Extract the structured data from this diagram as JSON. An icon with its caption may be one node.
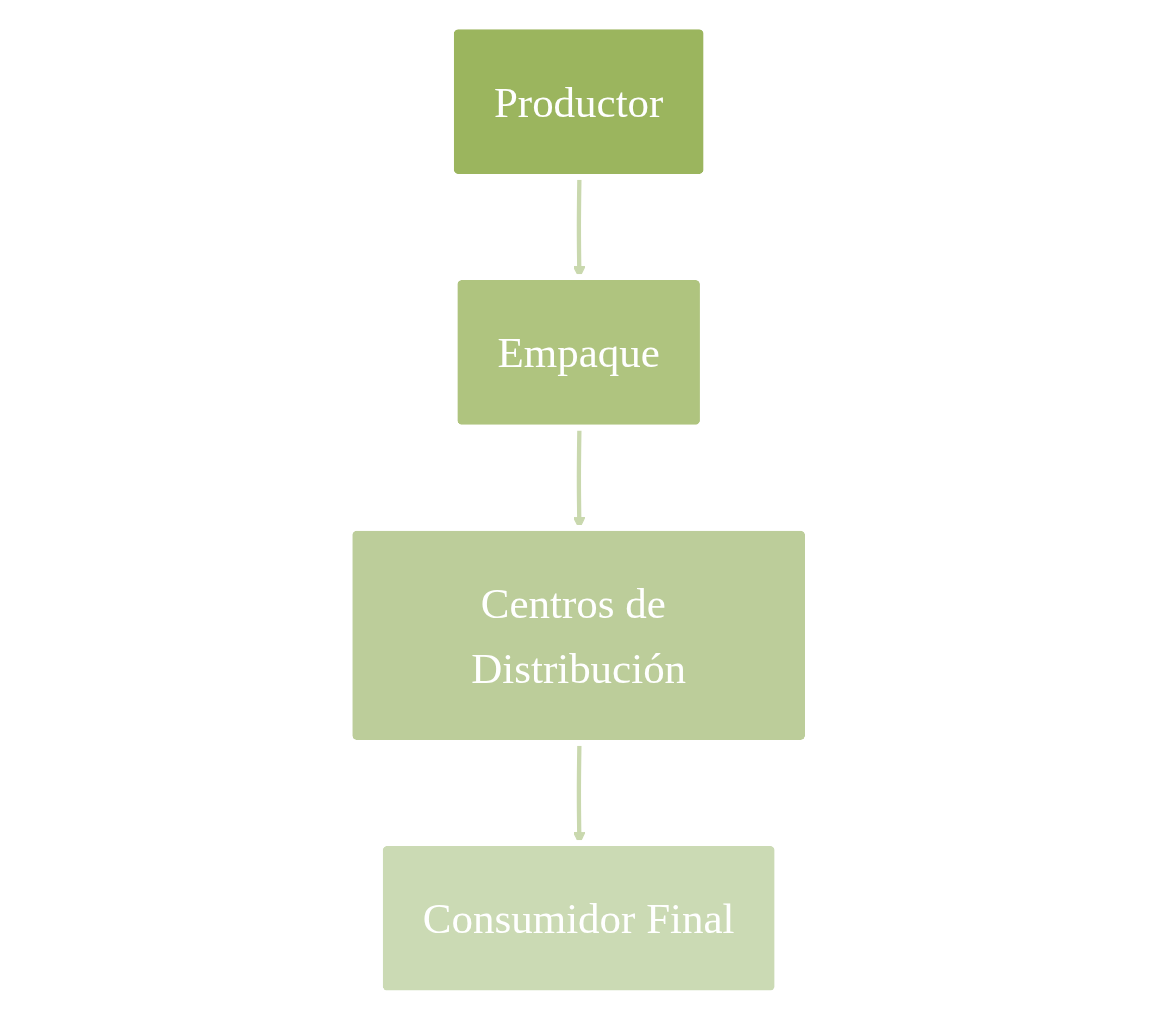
{
  "diagram": {
    "nodes": [
      {
        "text": [
          "Productor"
        ]
      },
      {
        "text": [
          "Empaque"
        ]
      },
      {
        "text": [
          "Centros de Distribución"
        ]
      },
      {
        "text": [
          "Consumidor Final"
        ]
      }
    ],
    "edges": [
      {
        "from": 0,
        "to": 1,
        "arrow": "to"
      },
      {
        "from": 1,
        "to": 2,
        "arrow": "to"
      },
      {
        "from": 2,
        "to": 3,
        "arrow": "to"
      }
    ]
  }
}
